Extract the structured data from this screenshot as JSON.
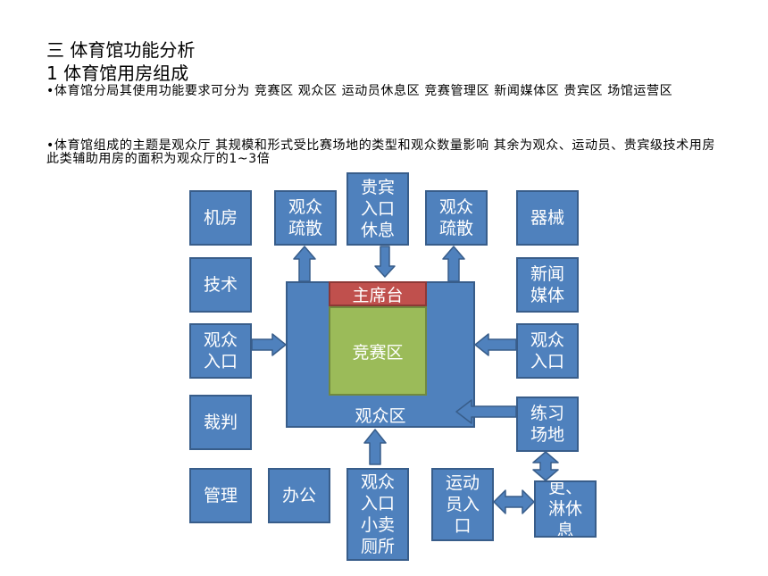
{
  "heading1": "三 体育馆功能分析",
  "heading2": "1 体育馆用房组成",
  "para1": "•体育馆分局其使用功能要求可分为 竞赛区 观众区 运动员休息区 竞赛管理区 新闻媒体区 贵宾区 场馆运营区",
  "para2": "•体育馆组成的主题是观众厅 其规模和形式受比赛场地的类型和观众数量影响  其余为观众、运动员、贵宾级技术用房 此类辅助用房的面积为观众厅的1~3倍",
  "diagram": {
    "machine_room": "机房",
    "technical": "技术",
    "audience_entry_left": [
      "观众",
      "入口"
    ],
    "referee": "裁判",
    "management": "管理",
    "office": "办公",
    "evacuation_left": [
      "观众",
      "疏散"
    ],
    "vip_entry": [
      "贵宾",
      "入口",
      "休息"
    ],
    "evacuation_right": [
      "观众",
      "疏散"
    ],
    "equipment": "器械",
    "news_media": [
      "新闻",
      "媒体"
    ],
    "audience_entry_right": [
      "观众",
      "入口"
    ],
    "practice_field": [
      "练习",
      "场地"
    ],
    "shower_rest": [
      "更、",
      "淋休",
      "息"
    ],
    "athlete_entry": [
      "运动",
      "员入",
      "口"
    ],
    "audience_entry_bottom": [
      "观众",
      "入口",
      "小卖",
      "厕所"
    ],
    "podium": "主席台",
    "competition_area": "竞赛区",
    "audience_area": "观众区",
    "colors": {
      "box_fill": "#4f81bd",
      "box_border": "#385d8a",
      "podium_fill": "#c0504d",
      "field_fill": "#9bbb59"
    }
  }
}
